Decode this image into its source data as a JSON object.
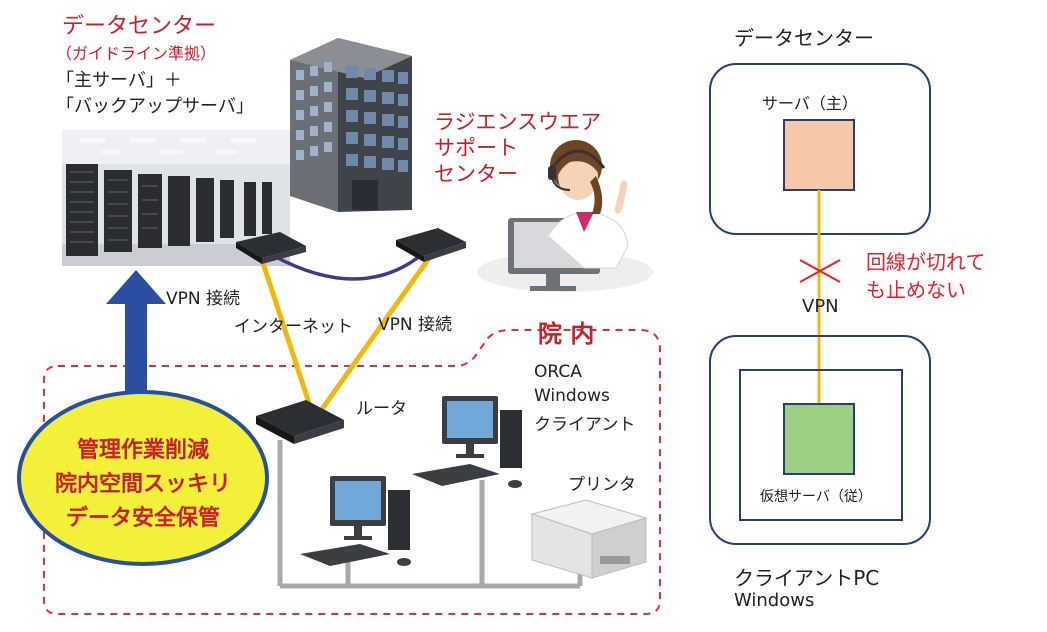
{
  "left": {
    "dc_title": "データセンター",
    "dc_subtitle": "（ガイドライン準拠）",
    "dc_line1": "「主サーバ」＋",
    "dc_line2": "「バックアップサーバ」",
    "support_line1": "ラジエンスウエア",
    "support_line2": "サポート",
    "support_line3": "センター",
    "vpn_left": "VPN 接続",
    "vpn_right": "VPN 接続",
    "internet": "インターネット",
    "hospital": "院 内",
    "router": "ルータ",
    "orca_line1": "ORCA",
    "orca_line2": "Windows",
    "orca_line3": "クライアント",
    "printer": "プリンタ",
    "benefit_line1": "管理作業削減",
    "benefit_line2": "院内空間スッキリ",
    "benefit_line3": "データ安全保管"
  },
  "right": {
    "dc_title": "データセンター",
    "server_main": "サーバ（主）",
    "cut_line1": "回線が切れて",
    "cut_line2": "も止めない",
    "vpn": "VPN",
    "virtual_server": "仮想サーバ（従）",
    "client_line1": "クライアントPC",
    "client_line2": "Windows"
  },
  "colors": {
    "red": "#c8202a",
    "cut_red": "#e8202a",
    "arrow_blue": "#2a4ea2",
    "vpn_purple": "#3f3a8a",
    "link_yellow": "#f0b80c",
    "box_border": "#2b3d7a",
    "server_fill": "#f7c8a8",
    "virtual_fill": "#9bd084",
    "benefit_fill": "#f3f03a",
    "lan_gray": "#a8a8a8"
  }
}
